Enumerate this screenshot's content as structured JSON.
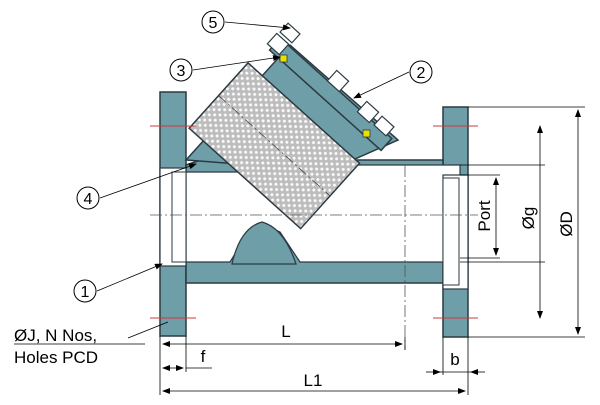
{
  "callouts": {
    "c1": "1",
    "c2": "2",
    "c3": "3",
    "c4": "4",
    "c5": "5"
  },
  "dimensions": {
    "port": "Port",
    "g": "Øg",
    "D": "ØD",
    "L": "L",
    "L1": "L1",
    "f": "f",
    "b": "b",
    "holes_line1": "ØJ, N Nos,",
    "holes_line2": "Holes PCD"
  },
  "colors": {
    "body": "#6e9ea7",
    "outline": "#2b3a42",
    "bore": "#ffffff",
    "centerline": "#555555",
    "mesh": "#8f8f8f",
    "red_mark": "#d33a3a",
    "gasket": "#e8e000"
  }
}
